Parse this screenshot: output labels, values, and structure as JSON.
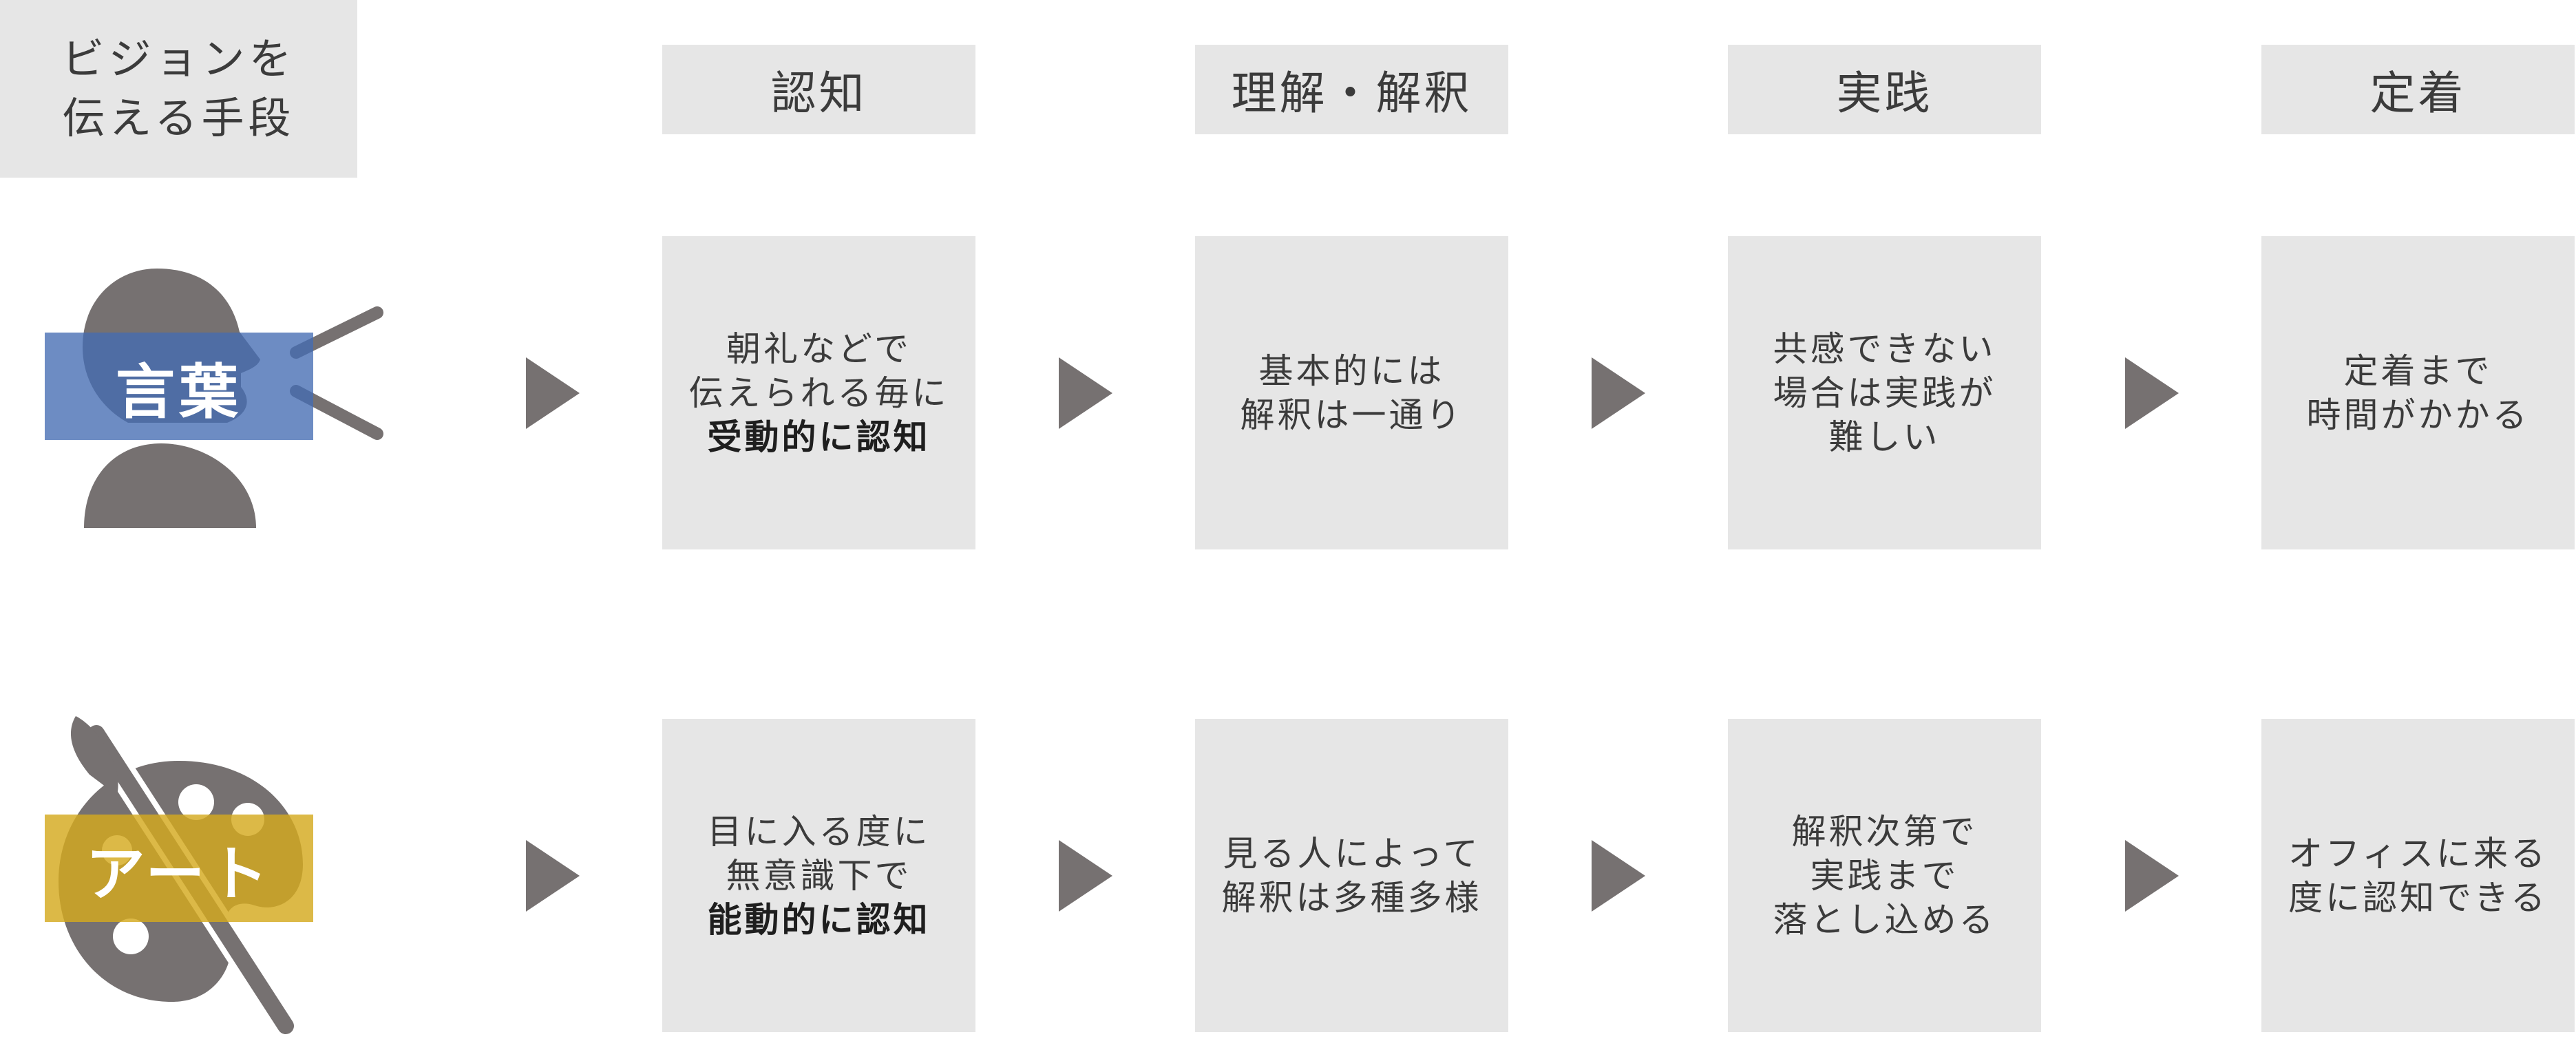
{
  "corner_label": {
    "line1": "ビジョンを",
    "line2": "伝える手段"
  },
  "headers": [
    "認知",
    "理解・解釈",
    "実践",
    "定着"
  ],
  "rows": [
    {
      "label": "言葉",
      "icon": "speaking-person-icon",
      "band_color": "#446cb2",
      "cells": [
        {
          "lines": [
            "朝礼などで",
            "伝えられる毎に"
          ],
          "bold": "受動的に認知"
        },
        {
          "lines": [
            "基本的には",
            "解釈は一通り"
          ],
          "bold": ""
        },
        {
          "lines": [
            "共感できない",
            "場合は実践が",
            "難しい"
          ],
          "bold": ""
        },
        {
          "lines": [
            "定着まで",
            "時間がかかる"
          ],
          "bold": ""
        }
      ]
    },
    {
      "label": "アート",
      "icon": "paint-palette-icon",
      "band_color": "#d4aa1e",
      "cells": [
        {
          "lines": [
            "目に入る度に",
            "無意識下で"
          ],
          "bold": "能動的に認知"
        },
        {
          "lines": [
            "見る人によって",
            "解釈は多種多様"
          ],
          "bold": ""
        },
        {
          "lines": [
            "解釈次第で",
            "実践まで",
            "落とし込める"
          ],
          "bold": ""
        },
        {
          "lines": [
            "オフィスに来る",
            "度に認知できる"
          ],
          "bold": ""
        }
      ]
    }
  ],
  "colors": {
    "box": "#e6e6e6",
    "arrow": "#767171",
    "icon": "#767171",
    "text": "#3b3b3b"
  }
}
